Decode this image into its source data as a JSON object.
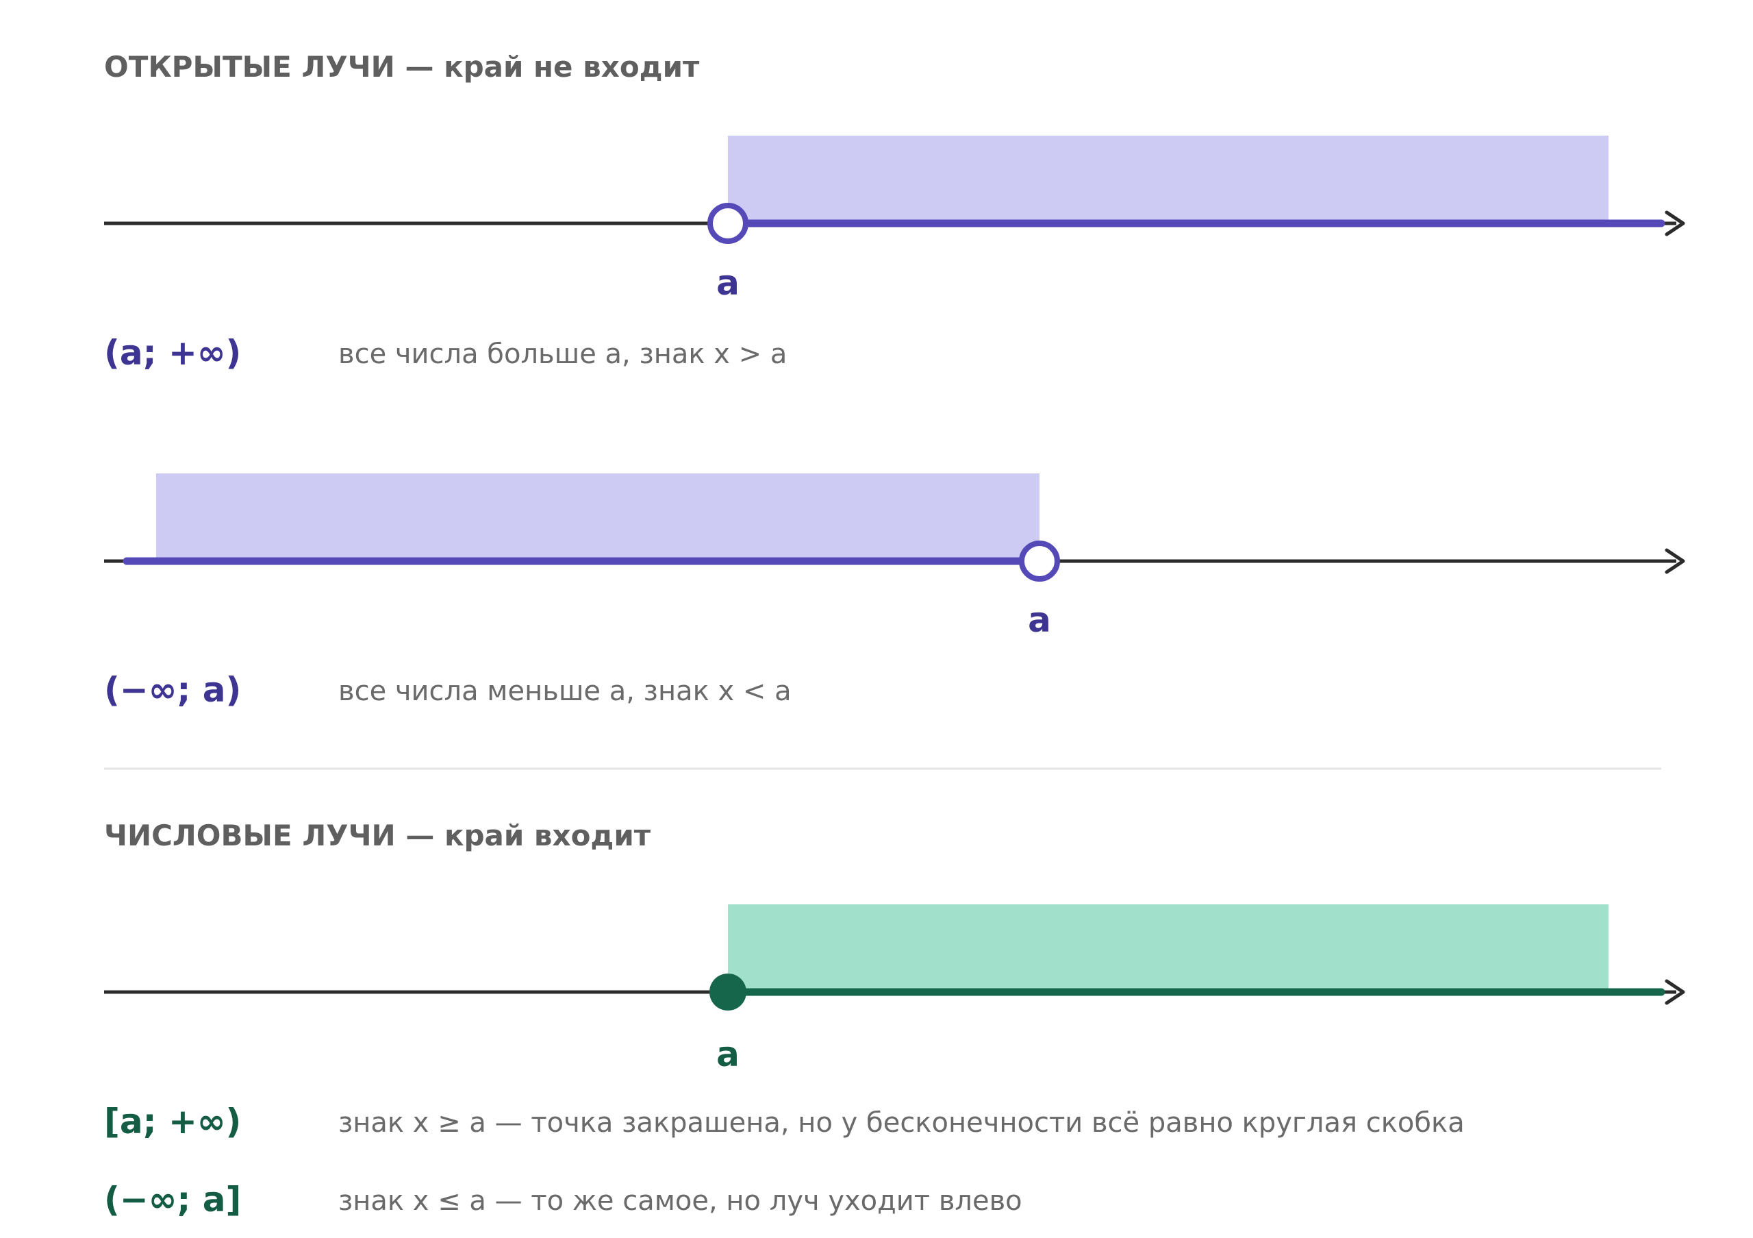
{
  "colors": {
    "axis": "#2b2b2b",
    "purple": "#5549b8",
    "purple_fill": "#cdcaf4",
    "purple_text": "#3e3593",
    "green": "#16664c",
    "green_fill": "#a1e1cb",
    "green_text": "#145c44",
    "heading": "#5f5f5f",
    "desc": "#6a6a6a",
    "divider": "#e3e3e3"
  },
  "sections": [
    {
      "heading": "ОТКРЫТЫЕ ЛУЧИ — край не входит",
      "rays": [
        {
          "point_label": "a",
          "direction": "right",
          "endpoint": "open",
          "accent": "purple",
          "notation": "(a; +∞)",
          "description": "все числа больше a, знак x > a"
        },
        {
          "point_label": "a",
          "direction": "left",
          "endpoint": "open",
          "accent": "purple",
          "notation": "(−∞; a)",
          "description": "все числа меньше a, знак x < a"
        }
      ]
    },
    {
      "heading": "ЧИСЛОВЫЕ ЛУЧИ — край входит",
      "rays": [
        {
          "point_label": "a",
          "direction": "right",
          "endpoint": "closed",
          "accent": "green",
          "notation": "[a; +∞)",
          "description": "знак x ≥ a — точка закрашена, но у бесконечности всё равно круглая скобка"
        }
      ],
      "extra_notations": [
        {
          "notation": "(−∞; a]",
          "description": "знак x ≤ a — то же самое, но луч уходит влево",
          "accent": "green"
        }
      ]
    }
  ]
}
